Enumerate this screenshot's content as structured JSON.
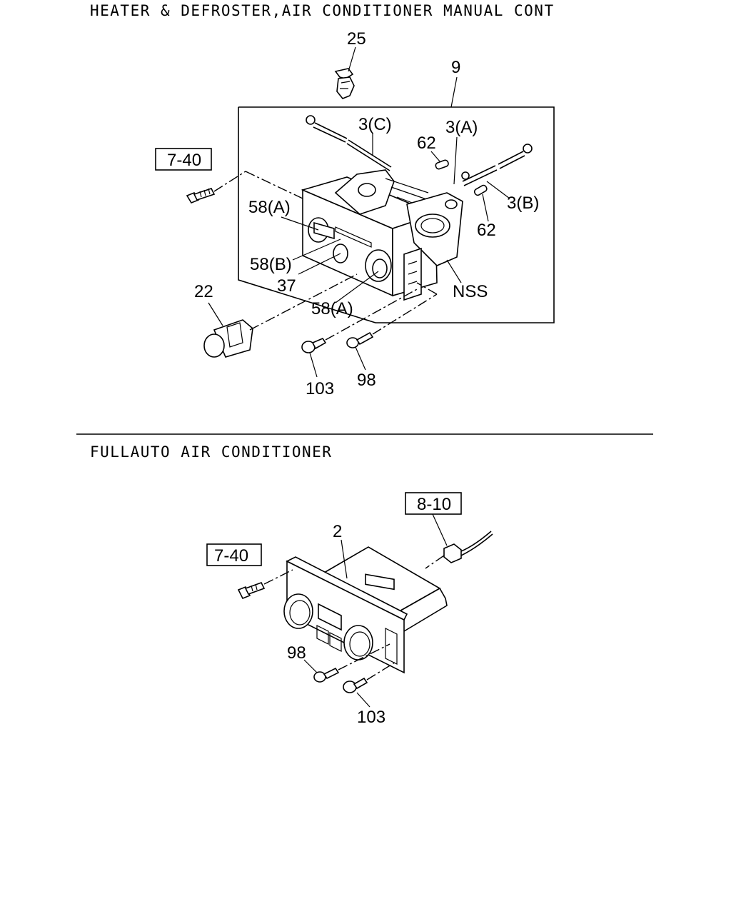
{
  "sections": {
    "manual": {
      "title": "HEATER & DEFROSTER,AIR CONDITIONER MANUAL CONT",
      "refs": {
        "ref_7_40": "7-40"
      },
      "labels": {
        "p25": "25",
        "p9": "9",
        "p3c": "3(C)",
        "p3a": "3(A)",
        "p3b": "3(B)",
        "p62a": "62",
        "p62b": "62",
        "p58a_top": "58(A)",
        "p58b": "58(B)",
        "p37": "37",
        "p58a_bottom": "58(A)",
        "nss": "NSS",
        "p22": "22",
        "p103": "103",
        "p98": "98"
      }
    },
    "fullauto": {
      "title": "FULLAUTO AIR CONDITIONER",
      "refs": {
        "ref_8_10": "8-10",
        "ref_7_40": "7-40"
      },
      "labels": {
        "p2": "2",
        "p98": "98",
        "p103": "103"
      }
    }
  }
}
